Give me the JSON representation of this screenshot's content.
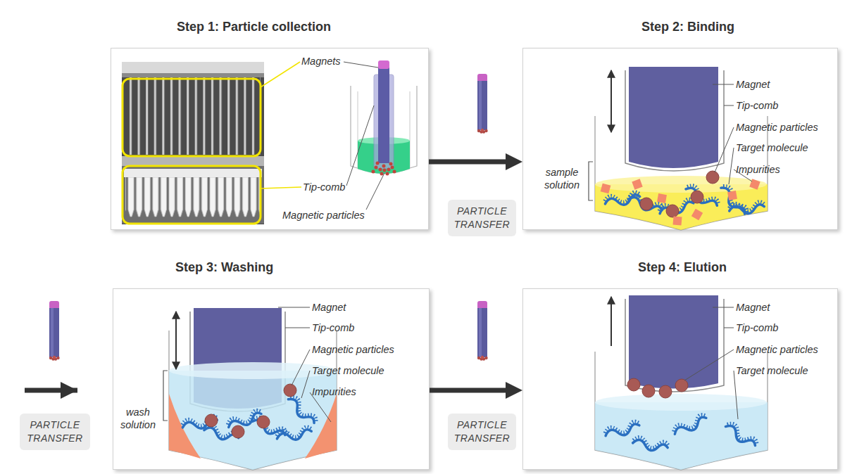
{
  "diagram": {
    "nodes": [
      {
        "text": [
          "Step 1: Particle collection"
        ]
      },
      {
        "text": [
          "PARTICLE TRANSFER"
        ]
      },
      {
        "text": [
          "Step 2: Binding"
        ]
      },
      {
        "text": [
          "PARTICLE TRANSFER"
        ]
      },
      {
        "text": [
          "Step 3: Washing"
        ]
      },
      {
        "text": [
          "PARTICLE TRANSFER"
        ]
      },
      {
        "text": [
          "Step 4: Elution"
        ]
      }
    ],
    "edges": [
      {
        "from": 0,
        "to": 2,
        "arrow": "to"
      },
      {
        "from": 4,
        "to": 6,
        "arrow": "to"
      }
    ],
    "labels": [
      "Magnets",
      "Tip-comb",
      "Magnetic particles",
      "Magnet",
      "Tip-comb",
      "Magnetic particles",
      "Target molecule",
      "Impurities",
      "sample solution",
      "Magnet",
      "Tip-comb",
      "Magnetic particles",
      "Target molecule",
      "Impurities",
      "wash solution",
      "Magnet",
      "Tip-comb",
      "Magnetic particles",
      "Target molecule"
    ]
  }
}
